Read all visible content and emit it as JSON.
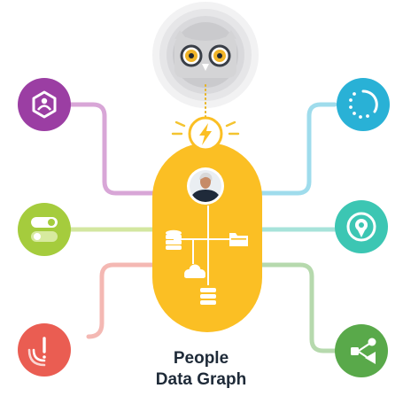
{
  "caption": {
    "line1": "People",
    "line2": "Data Graph"
  },
  "mascot": {
    "icon": "owl-icon"
  },
  "energy": {
    "icon": "lightning-bolt-icon",
    "color": "#fbbf24"
  },
  "hub": {
    "color": "#fbbf24",
    "icons": [
      "person-avatar-icon",
      "database-icon",
      "folder-icon",
      "cloud-icon",
      "server-stack-icon"
    ]
  },
  "integrations": [
    {
      "name": "top-left",
      "icon": "hexagon-people-icon",
      "color": "#9b3ea3",
      "line_color": "#d8a6d7"
    },
    {
      "name": "mid-left",
      "icon": "toggle-switches-icon",
      "color": "#a5cc3d",
      "line_color": "#d3e7a0"
    },
    {
      "name": "bottom-left",
      "icon": "signal-alert-icon",
      "color": "#ea5d52",
      "line_color": "#f4b8b3"
    },
    {
      "name": "top-right",
      "icon": "dotted-loader-icon",
      "color": "#29b1d6",
      "line_color": "#9fdcec"
    },
    {
      "name": "mid-right",
      "icon": "target-pin-icon",
      "color": "#3cc6b3",
      "line_color": "#a7e3da"
    },
    {
      "name": "bottom-right",
      "icon": "share-nodes-icon",
      "color": "#59a94a",
      "line_color": "#b6d9ad"
    }
  ]
}
